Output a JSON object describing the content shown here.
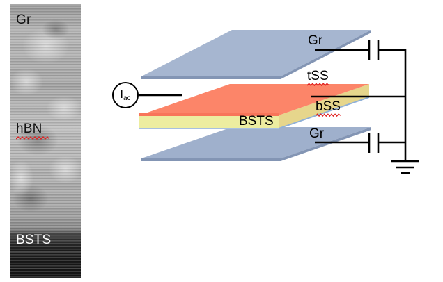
{
  "figure": {
    "type": "device-schematic",
    "description": "Cross-sectional TEM micrograph beside a 3D schematic of a dual-gated BSTS topological-insulator capacitor stack"
  },
  "tem_panel": {
    "name": "cross-section-tem-image",
    "layers": [
      {
        "id": "gr",
        "label": "Gr",
        "color": "#111111",
        "spellcheck_underline": false
      },
      {
        "id": "hbn",
        "label": "hBN",
        "color": "#111111",
        "spellcheck_underline": true
      },
      {
        "id": "bsts",
        "label": "BSTS",
        "color": "#ffffff",
        "spellcheck_underline": false
      }
    ]
  },
  "schematic": {
    "labels": {
      "top_gate": "Gr",
      "top_surface_state": "tSS",
      "bottom_surface_state": "bSS",
      "bottom_gate": "Gr",
      "bulk": "BSTS"
    },
    "spellcheck_underlined": [
      "tSS",
      "bSS",
      "hBN"
    ],
    "source": {
      "symbol": "current-source",
      "label_main": "I",
      "label_sub": "ac"
    },
    "circuit": {
      "top_element": "capacitor",
      "bottom_element": "capacitor",
      "terminal": "ground"
    },
    "colors": {
      "graphene": "#9fb0cc",
      "graphene_edge": "#7f90ad",
      "bulk_top_face": "#fc8569",
      "bulk_side_face": "#edd98f",
      "bulk_front_face": "#ededa0",
      "bulk_bottom_edge": "#a8c0e0",
      "wire": "#000000",
      "spellcheck": "#e02020"
    }
  }
}
